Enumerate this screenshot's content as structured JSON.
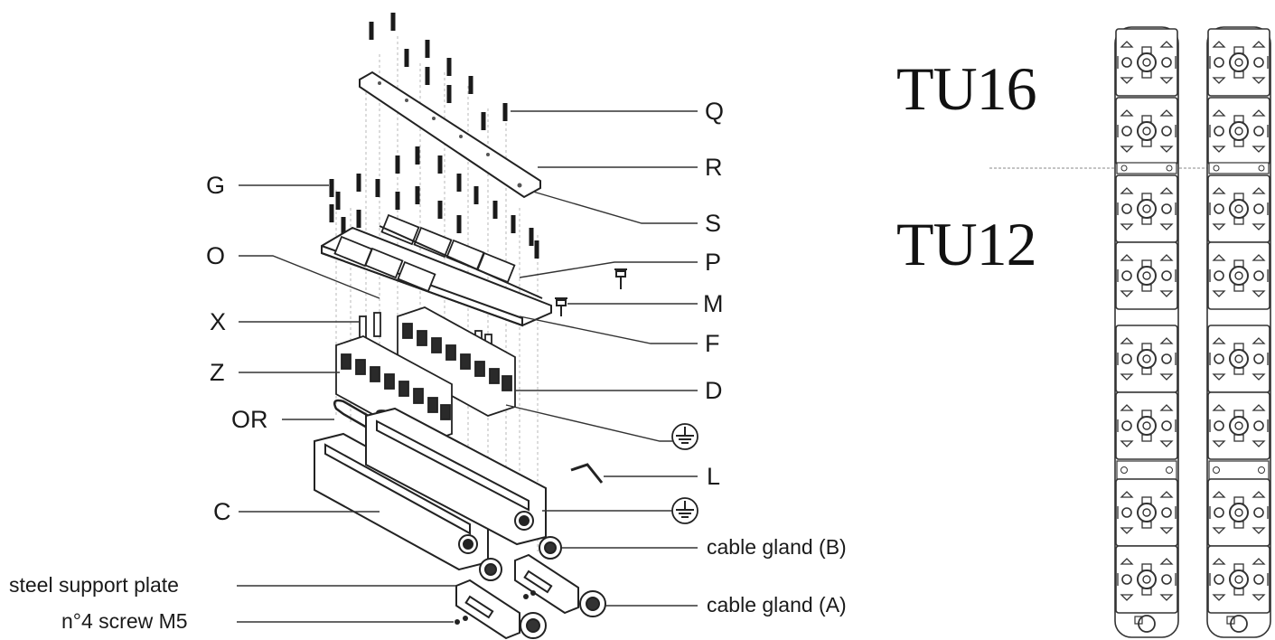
{
  "callouts_left": [
    "G",
    "O",
    "X",
    "Z",
    "OR",
    "C"
  ],
  "callouts_right": [
    "Q",
    "R",
    "S",
    "P",
    "M",
    "F",
    "D",
    "L"
  ],
  "bottom_left": {
    "steel_plate": "steel support plate",
    "screw": "n°4 screw M5"
  },
  "bottom_right": {
    "gland_b": "cable gland (B)",
    "gland_a": "cable gland (A)"
  },
  "models": {
    "upper": "TU16",
    "lower": "TU12"
  },
  "icons": [
    "ground-symbol-icon",
    "ground-symbol-icon"
  ],
  "colors": {
    "line": "#222222",
    "dash": "#b5b5b5",
    "text": "#1a1a1a"
  }
}
